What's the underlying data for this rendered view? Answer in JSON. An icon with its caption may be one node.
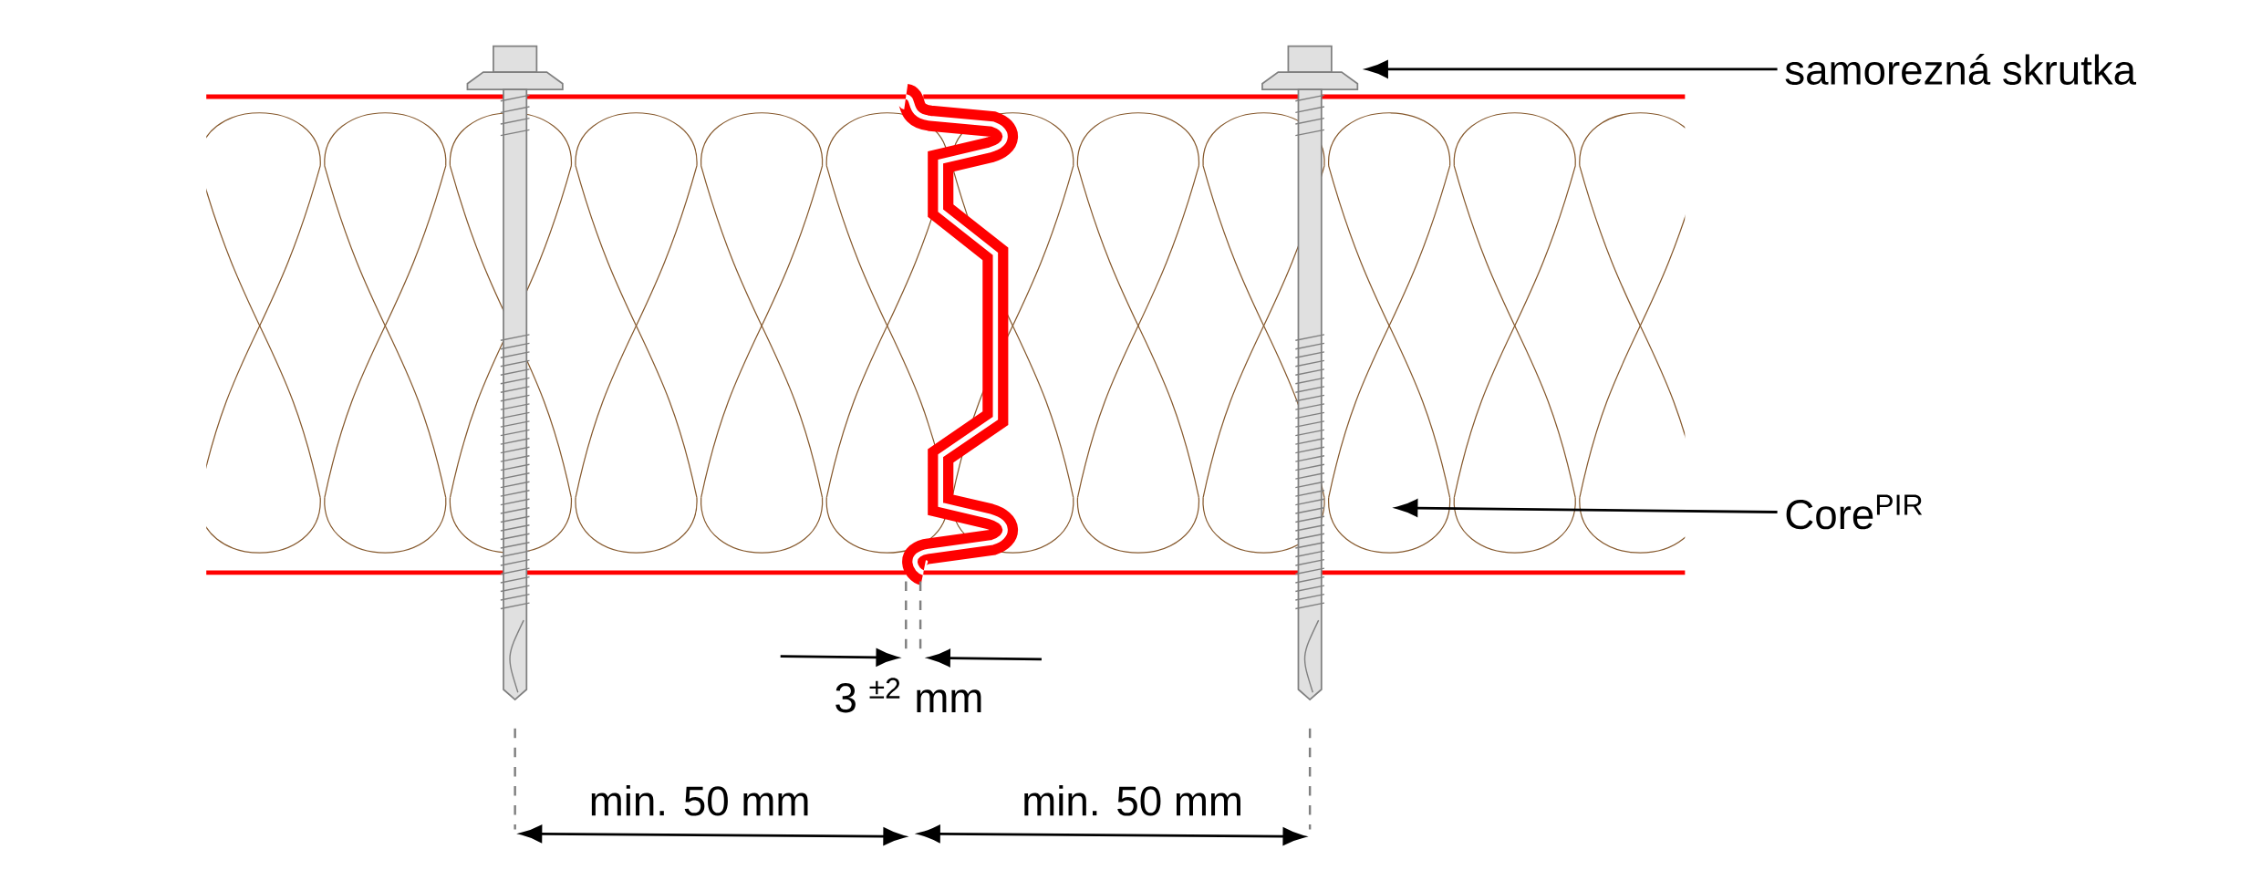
{
  "diagram": {
    "nodes": [
      {
        "text": [
          "samorezná skrutka"
        ]
      },
      {
        "text": [],
        "shape": "picture"
      },
      {
        "text": [
          "Core$^{PIR}$"
        ]
      }
    ],
    "edges": [
      {
        "from": 0,
        "to": 1,
        "arrow": "to"
      },
      {
        "from": 2,
        "to": null,
        "arrow": "to"
      }
    ],
    "labels": [
      "3 $^{±2}$ mm",
      "min. 50 mm",
      "min. 50 mm"
    ]
  }
}
